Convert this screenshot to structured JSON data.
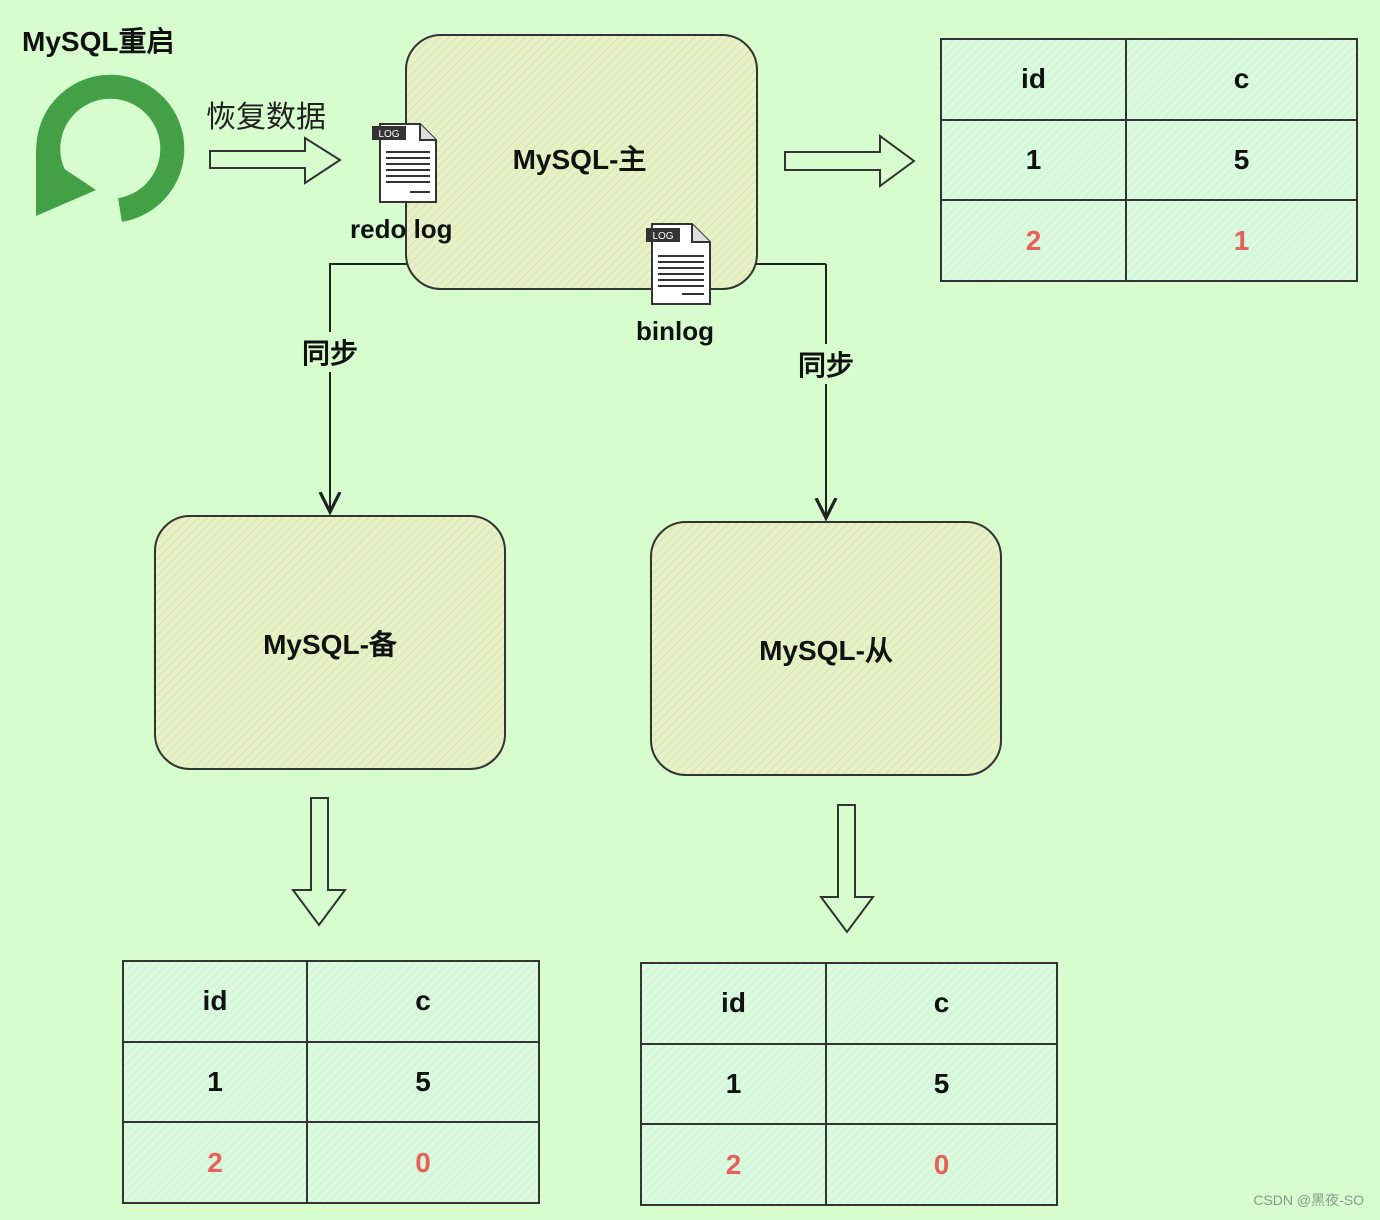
{
  "title": "MySQL重启",
  "restore_label": "恢复数据",
  "redo_log_label": "redo log",
  "binlog_label": "binlog",
  "log_badge": "LOG",
  "sync_label": "同步",
  "servers": {
    "primary": "MySQL-主",
    "backup": "MySQL-备",
    "replica": "MySQL-从"
  },
  "tables": {
    "primary": {
      "headers": [
        "id",
        "c"
      ],
      "rows": [
        [
          "1",
          "5"
        ],
        [
          "2",
          "1"
        ]
      ]
    },
    "backup": {
      "headers": [
        "id",
        "c"
      ],
      "rows": [
        [
          "1",
          "5"
        ],
        [
          "2",
          "0"
        ]
      ]
    },
    "replica": {
      "headers": [
        "id",
        "c"
      ],
      "rows": [
        [
          "1",
          "5"
        ],
        [
          "2",
          "0"
        ]
      ]
    }
  },
  "colors": {
    "background": "#d7fdce",
    "icon_green": "#43a047",
    "changed_value": "#e8605a"
  },
  "watermark": "CSDN @黑夜-SO"
}
